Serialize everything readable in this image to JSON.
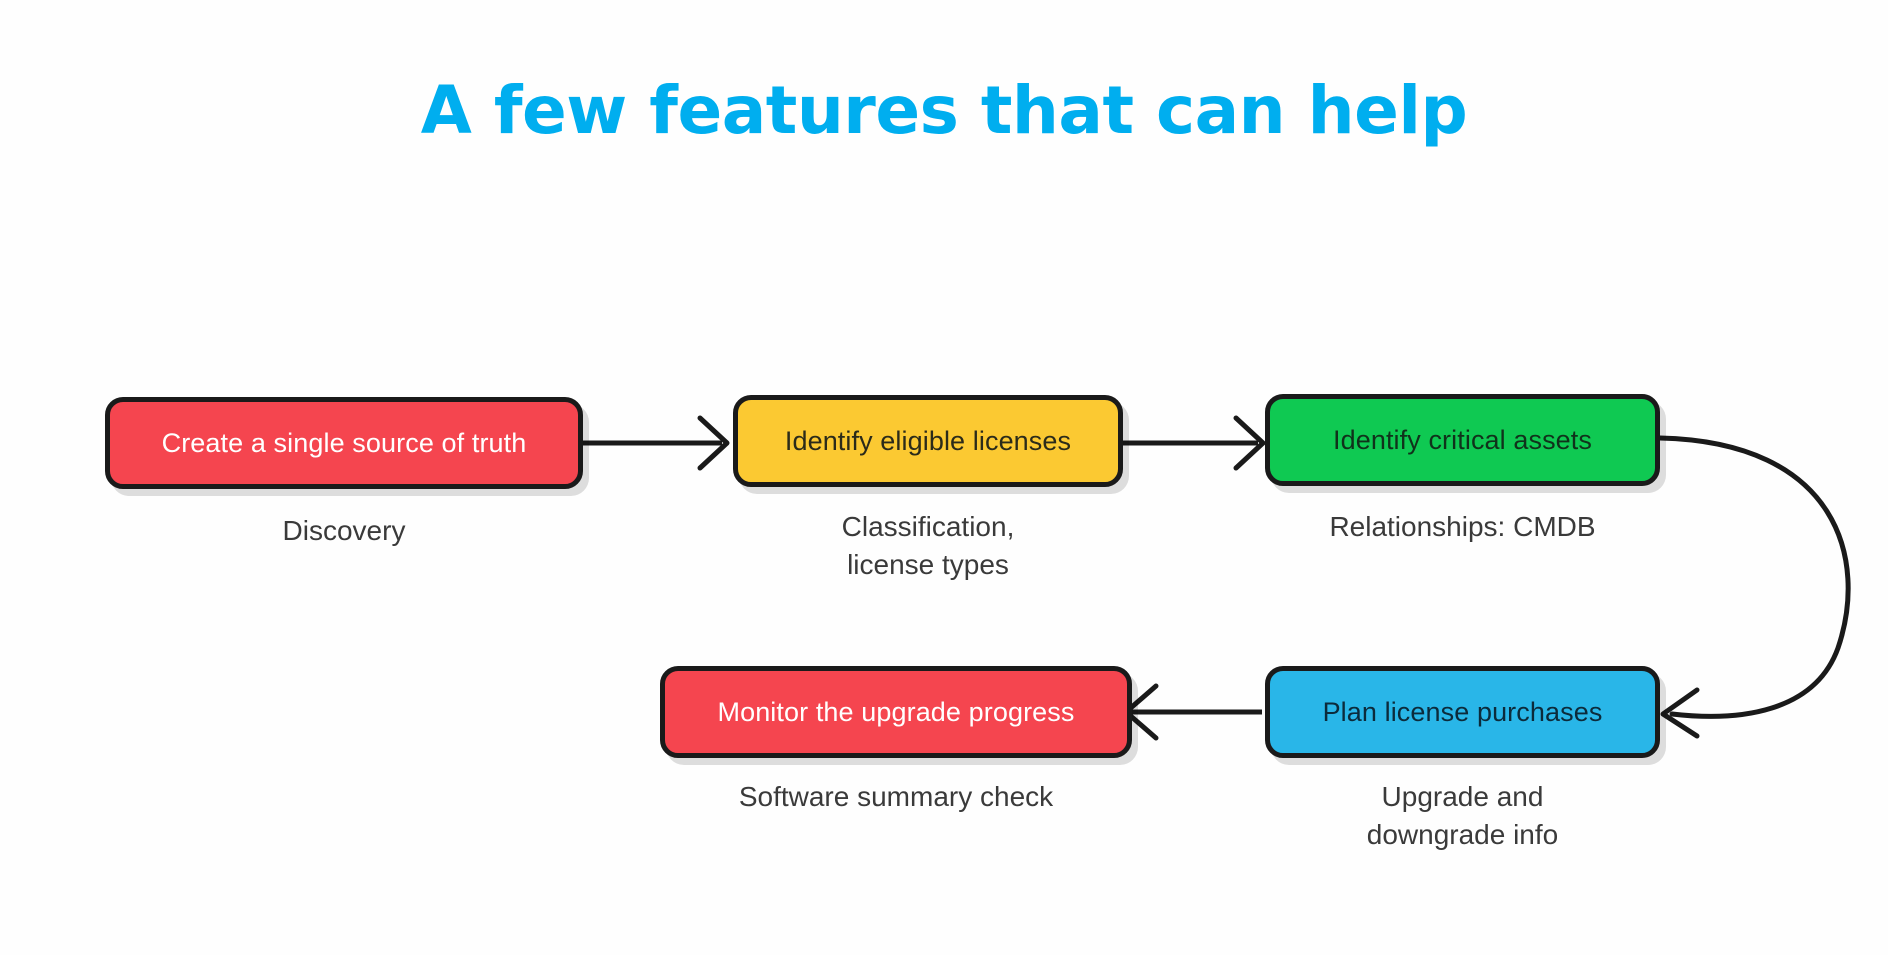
{
  "slide": {
    "title": "A few features that can help",
    "background_color": "#FFFFFF",
    "title_color": "#00AEEF"
  },
  "diagram": {
    "type": "process-flow",
    "node_count": 5,
    "nodes": [
      {
        "id": "node-1",
        "label": "Create a single source of truth",
        "caption_lines": [
          "Discovery"
        ],
        "fill_color": "#F5454F",
        "text_color": "#FFFFFF",
        "border_color": "#1A1A1A",
        "row": "top",
        "order": 1
      },
      {
        "id": "node-2",
        "label": "Identify eligible licenses",
        "caption_lines": [
          "Classification,",
          "license types"
        ],
        "fill_color": "#FBC932",
        "text_color": "#2B2B1A",
        "border_color": "#1A1A1A",
        "row": "top",
        "order": 2
      },
      {
        "id": "node-3",
        "label": "Identify critical assets",
        "caption_lines": [
          "Relationships: CMDB"
        ],
        "fill_color": "#0FC952",
        "text_color": "#10321B",
        "border_color": "#1A1A1A",
        "row": "top",
        "order": 3
      },
      {
        "id": "node-4",
        "label": "Plan license purchases",
        "caption_lines": [
          "Upgrade and",
          "downgrade info"
        ],
        "fill_color": "#29B6E8",
        "text_color": "#0C2B3B",
        "border_color": "#1A1A1A",
        "row": "bottom",
        "order": 4
      },
      {
        "id": "node-5",
        "label": "Monitor the upgrade progress",
        "caption_lines": [
          "Software summary check"
        ],
        "fill_color": "#F5454F",
        "text_color": "#FFFFFF",
        "border_color": "#1A1A1A",
        "row": "bottom",
        "order": 5
      }
    ],
    "connectors": [
      {
        "id": "arrow-1",
        "from": "node-1",
        "to": "node-2",
        "shape": "straight",
        "direction": "right"
      },
      {
        "id": "arrow-2",
        "from": "node-2",
        "to": "node-3",
        "shape": "straight",
        "direction": "right"
      },
      {
        "id": "arrow-3",
        "from": "node-3",
        "to": "node-4",
        "shape": "curved",
        "direction": "down-left"
      },
      {
        "id": "arrow-4",
        "from": "node-4",
        "to": "node-5",
        "shape": "straight",
        "direction": "left"
      }
    ],
    "connector_color": "#1A1A1A",
    "caption_color": "#3A3A3A"
  }
}
